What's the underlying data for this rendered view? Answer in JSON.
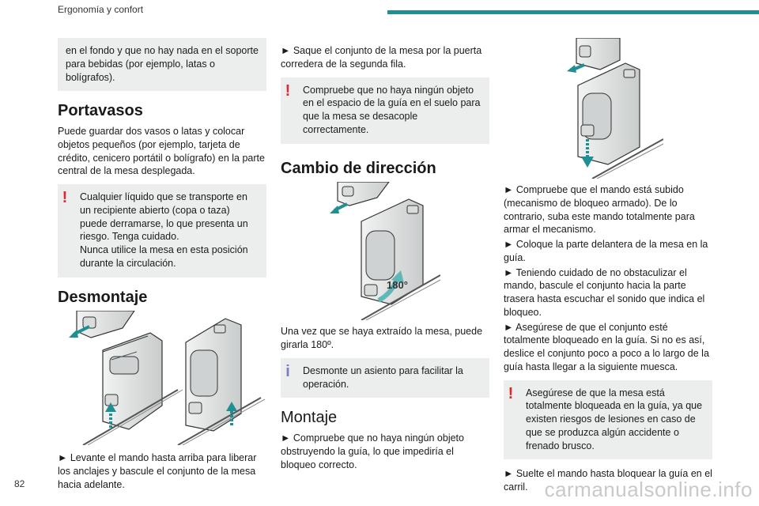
{
  "header": {
    "title": "Ergonomía y confort",
    "accent_color": "#1f8f93"
  },
  "col1": {
    "intro_box": "en el fondo y que no hay nada en el soporte para bebidas (por ejemplo, latas o bolígrafos).",
    "h_portavasos": "Portavasos",
    "portavasos_text": "Puede guardar dos vasos o latas y colocar objetos pequeños (por ejemplo, tarjeta de crédito, cenicero portátil o bolígrafo) en la parte central de la mesa desplegada.",
    "warn_line1": "Cualquier líquido que se transporte en un recipiente abierto (copa o taza) puede derramarse, lo que presenta un riesgo. Tenga cuidado.",
    "warn_line2": "Nunca utilice la mesa en esta posición durante la circulación.",
    "h_desmontaje": "Desmontaje",
    "step1": "► Levante el mando hasta arriba para liberar los anclajes y bascule el conjunto de la mesa hacia adelante."
  },
  "col2": {
    "step2": "► Saque el conjunto de la mesa por la puerta corredera de la segunda fila.",
    "warn": "Compruebe que no haya ningún objeto en el espacio de la guía en el suelo para que la mesa se desacople correctamente.",
    "h_cambio": "Cambio de dirección",
    "fig_label": "180°",
    "cambio_text": "Una vez que se haya extraído la mesa, puede girarla 180º.",
    "info": "Desmonte un asiento para facilitar la operación.",
    "h_montaje": "Montaje",
    "step3": "► Compruebe que no haya ningún objeto obstruyendo la guía, lo que impediría el bloqueo correcto."
  },
  "col3": {
    "step4": "► Compruebe que el mando está subido (mecanismo de bloqueo armado). De lo contrario, suba este mando totalmente para armar el mecanismo.",
    "step5": "► Coloque la parte delantera de la mesa en la guía.",
    "step6": "► Teniendo cuidado de no obstaculizar el mando, bascule el conjunto hacia la parte trasera hasta escuchar el sonido que indica el bloqueo.",
    "step7": "► Asegúrese de que el conjunto esté totalmente bloqueado en la guía. Si no es así, deslice el conjunto poco a poco a lo largo de la guía hasta llegar a la siguiente muesca.",
    "warn": "Asegúrese de que la mesa está totalmente bloqueada en la guía, ya que existen riesgos de lesiones en caso de que se produzca algún accidente o frenado brusco.",
    "step8": "► Suelte el mando hasta bloquear la guía en el carril."
  },
  "footer": {
    "page_number": "82",
    "watermark": "carmanualsonline.info"
  },
  "colors": {
    "box_bg": "#eceeee",
    "warning": "#e0262f",
    "info": "#7d7bc4",
    "arrow": "#1f8f93"
  }
}
